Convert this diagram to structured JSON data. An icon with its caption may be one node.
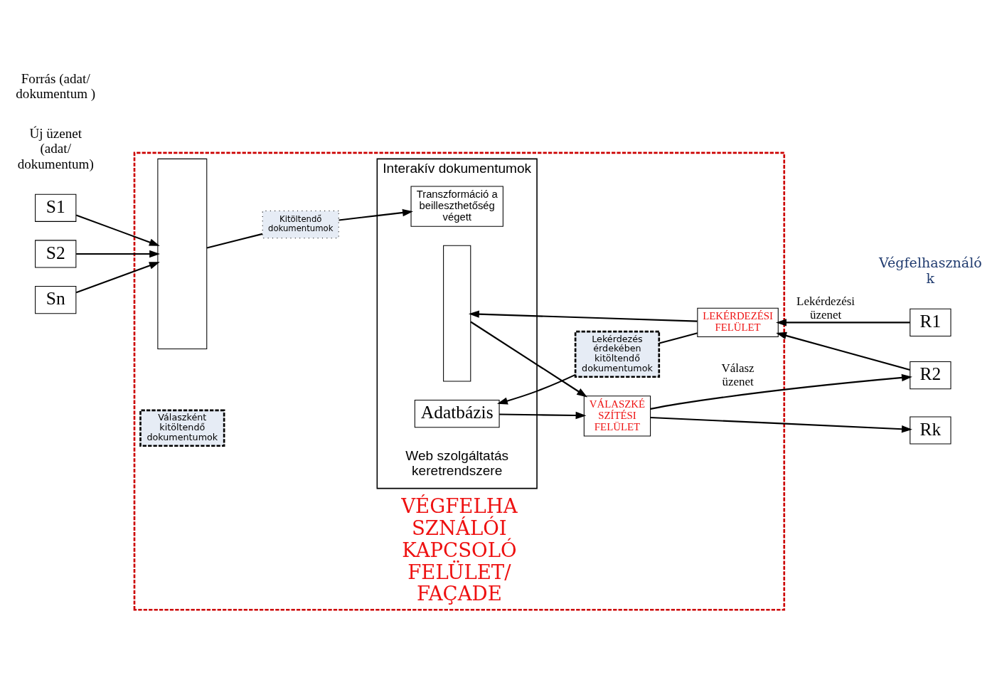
{
  "diagram": {
    "nodes": [
      {
        "text": [
          "VÉGFELHA SZNÁLÓI KAPCSOLÓ FELÜLET/ FAÇADE"
        ]
      },
      {
        "text": [
          "S1"
        ]
      },
      {
        "text": [
          "S2"
        ]
      },
      {
        "text": [
          "Sn"
        ]
      },
      {
        "text": [],
        "shape": "box",
        "in": 0
      },
      {
        "text": [
          "Kitöltendő dokumentumok"
        ],
        "in": 0
      },
      {
        "text": [
          "Interakív dokumentumok"
        ],
        "beside": [
          "Web szolgáltatás keretrendszere"
        ],
        "in": 0
      },
      {
        "text": [
          "Transzformáció a beilleszthetőség végett"
        ],
        "in": 6
      },
      {
        "text": [
          "Adatbázis"
        ],
        "in": 6
      },
      {
        "text": [],
        "shape": "box",
        "in": 6
      },
      {
        "text": [
          "Lekérdezés érdekében kitöltendő dokumentumok"
        ],
        "in": 0
      },
      {
        "text": [
          "LEKÉRDEZÉSI FELÜLET"
        ],
        "in": 0
      },
      {
        "text": [
          "VÁLASZKÉ SZÍTÉSI FELÜLET"
        ],
        "in": 0
      },
      {
        "text": [
          "Válaszként kitöltendő dokumentumok"
        ],
        "in": 0
      },
      {
        "text": [
          "R1"
        ]
      },
      {
        "text": [
          "R2"
        ]
      },
      {
        "text": [
          "Rk"
        ]
      }
    ],
    "edges": [
      {
        "from": 1,
        "to": 4,
        "arrow": "to"
      },
      {
        "from": 2,
        "to": 4,
        "arrow": "to"
      },
      {
        "from": 3,
        "to": 4,
        "arrow": "to"
      },
      {
        "from": 4,
        "to": 5,
        "arrow": "none"
      },
      {
        "from": 5,
        "to": 7,
        "arrow": "to"
      },
      {
        "from": 14,
        "to": 11,
        "arrow": "to",
        "label": "Lekérdezési üzenet"
      },
      {
        "from": 15,
        "to": 11,
        "arrow": "to"
      },
      {
        "from": 12,
        "to": 15,
        "arrow": "to",
        "label": "Válasz üzenet"
      },
      {
        "from": 12,
        "to": 16,
        "arrow": "to"
      },
      {
        "from": 11,
        "to": 10,
        "arrow": "none"
      },
      {
        "from": 10,
        "to": 8,
        "arrow": "to"
      },
      {
        "from": 8,
        "to": 12,
        "arrow": "to"
      },
      {
        "from": 11,
        "to": 9,
        "arrow": "to"
      },
      {
        "from": 9,
        "to": 12,
        "arrow": "to"
      }
    ],
    "labels": [
      "Új üzenet (adat/ dokumentum)",
      "Forrás (adat/ dokumentum )",
      "Végfelhasználók"
    ]
  }
}
